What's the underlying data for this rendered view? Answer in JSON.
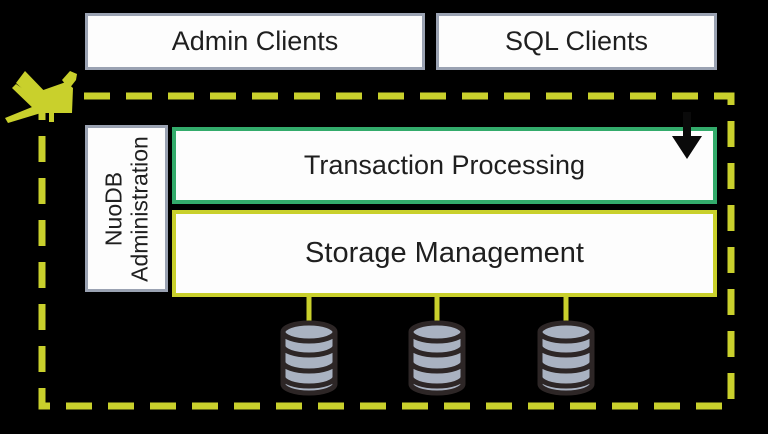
{
  "diagram": {
    "admin_clients_label": "Admin Clients",
    "sql_clients_label": "SQL Clients",
    "nuodb_admin_label_line1": "NuoDB",
    "nuodb_admin_label_line2": "Administration",
    "transaction_processing_label": "Transaction Processing",
    "storage_management_label": "Storage Management",
    "database_icons": [
      "database-cylinder",
      "database-cylinder",
      "database-cylinder"
    ],
    "bird_icon": "origami-bird-doodle",
    "arrow_icon": "down-arrow",
    "boundary_icon": "dashed-cluster-border"
  },
  "colors": {
    "background": "#000000",
    "dashed_border": "#c9d02c",
    "transaction_border": "#33ab6b",
    "storage_border": "#c9d02c",
    "client_box_border": "#9aa2b2",
    "box_fill": "#fdfdfd",
    "text": "#1f1f1f",
    "cylinder_fill": "#a9b2c1",
    "cylinder_outline": "#2d2626",
    "arrow": "#0a0a0a"
  }
}
